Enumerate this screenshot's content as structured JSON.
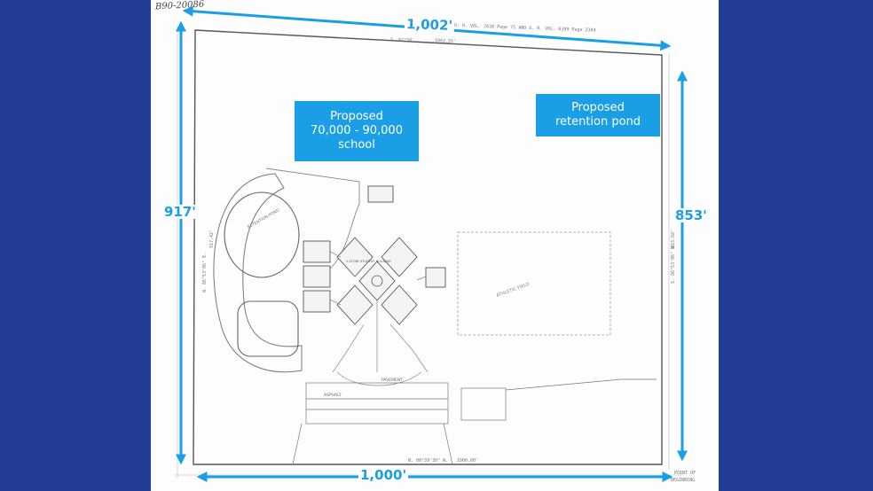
{
  "stamp": "B90-20086",
  "callouts": {
    "school": "Proposed\n70,000 - 90,000\nschool",
    "pond": "Proposed\nretention pond"
  },
  "dimensions": {
    "top": "1,002'",
    "bottom": "1,000'",
    "left": "917'",
    "right": "853'"
  },
  "survey_text": {
    "top_bearing": "S. 02°50'",
    "top_distance": "1002.55'",
    "top_deed": "O. R. VOL. 2030 Page 75 AND O. R. VOL. 6399 Page 2304",
    "bottom_bearing": "N. 00°39'30\" W.",
    "bottom_distance": "1000.00'",
    "left_bearing": "N. 86°53'06\" E.",
    "left_distance": "917.42'",
    "right_bearing": "S. 86°53'06\" W.",
    "right_distance": "853.58'",
    "pavement": "PAVEMENT",
    "asphalt": "ASPHALT",
    "athletic_field": "ATHLETIC FIELD",
    "retention_pond": "RETENTION POND",
    "student_bldg": "1-STORY STUDENT BUILDING",
    "point_of": "POINT OF",
    "beginning": "BEGINNING"
  },
  "colors": {
    "background": "#233d96",
    "accent": "#1a9ee6",
    "sheet": "#fdfdfd",
    "ink": "#555555"
  }
}
